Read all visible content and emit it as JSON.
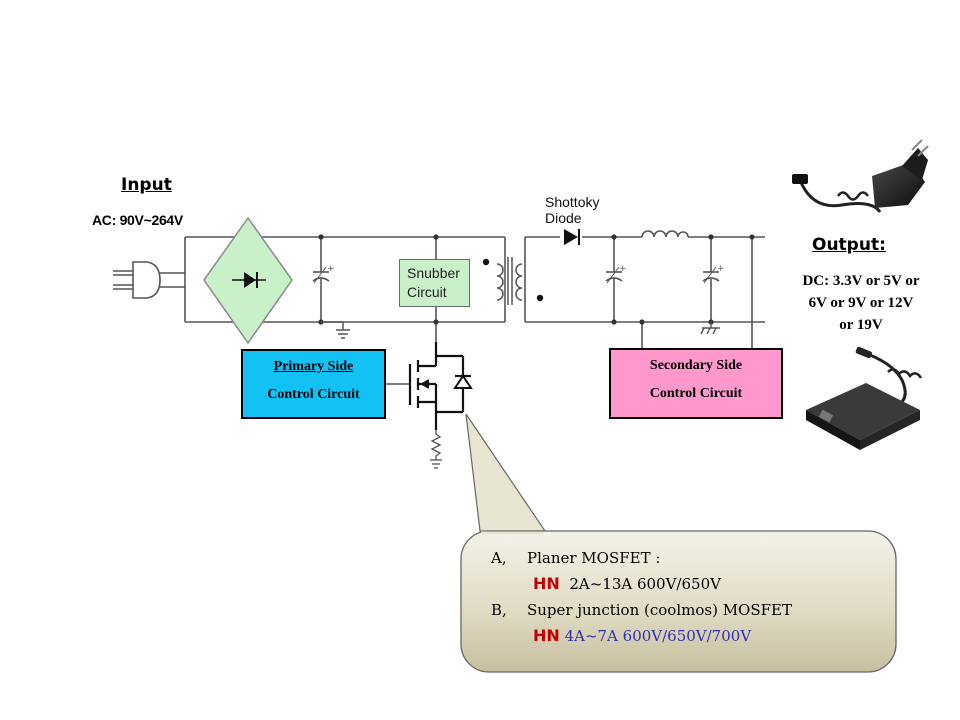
{
  "input": {
    "title": "Input",
    "ac_range": "AC: 90V~264V"
  },
  "output": {
    "title": "Output:",
    "dc_line1": "DC: 3.3V or 5V or",
    "dc_line2": "6V or 9V or 12V",
    "dc_line3": "or 19V"
  },
  "diode_label": {
    "line1": "Shottoky",
    "line2": "Diode"
  },
  "snubber": {
    "line1": "Snubber",
    "line2": "Circuit"
  },
  "primary_control": {
    "line1": "Primary Side",
    "line2": "Control Circuit",
    "color": "#13c2f4"
  },
  "secondary_control": {
    "line1": "Secondary Side",
    "line2": "Control Circuit",
    "color": "#ff99cc"
  },
  "callout": {
    "a_prefix": "A,",
    "a_title": "Planer MOSFET :",
    "a_brand": "HN",
    "a_spec": "2A~13A 600V/650V",
    "b_prefix": "B,",
    "b_title": "Super junction (coolmos) MOSFET",
    "b_brand": "HN",
    "b_spec": "4A~7A 600V/650V/700V",
    "brand_color": "#c00000",
    "b_spec_color": "#2f2fae"
  },
  "icons": [
    "ac-plug-icon",
    "bridge-rectifier-icon",
    "transformer-icon",
    "mosfet-icon",
    "schottky-diode-icon",
    "inductor-icon",
    "wall-adapter-image",
    "laptop-adapter-image"
  ]
}
